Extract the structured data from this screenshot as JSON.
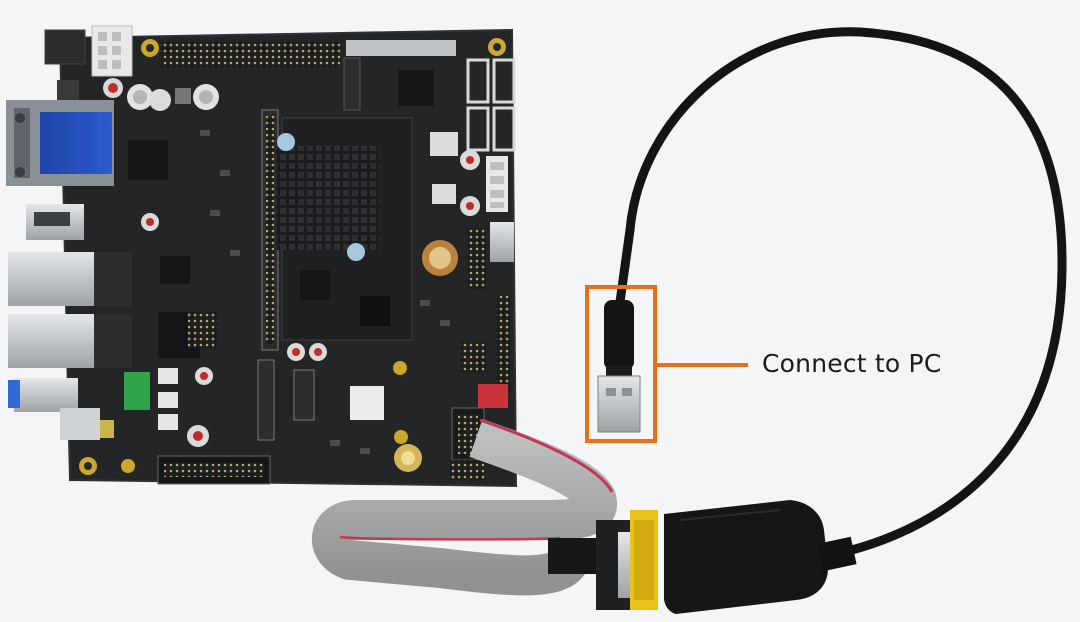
{
  "annotation": {
    "label": "Connect to PC",
    "highlight_color": "#e8701a"
  },
  "colors": {
    "background": "#f3f5f7",
    "board": "#232527",
    "cable": "#141414",
    "ribbon": "#a9abac",
    "ribbon_stripe": "#c23a52",
    "db9_band": "#e9c21a"
  },
  "icons": [
    "motherboard",
    "heatsink",
    "usb-a-plug",
    "db9-connector",
    "ribbon-cable",
    "rs232-usb-adapter"
  ]
}
